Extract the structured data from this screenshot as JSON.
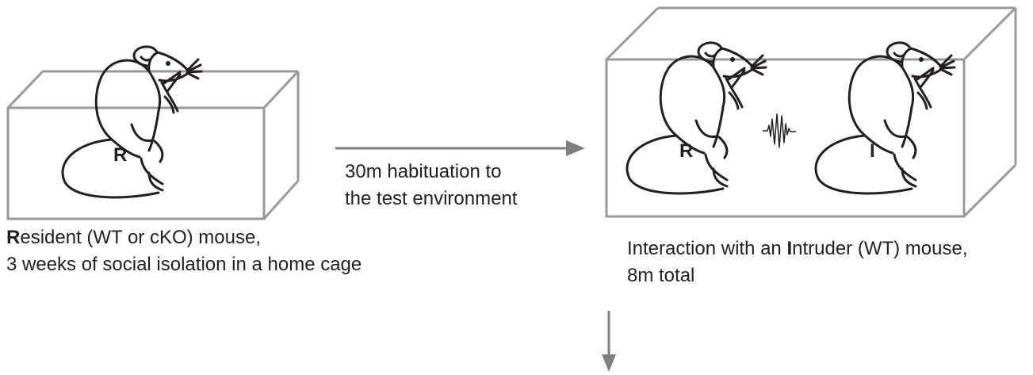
{
  "left_panel": {
    "mouse_label": "R",
    "caption_line1_bold": "R",
    "caption_line1_rest": "esident (WT or cKO) mouse,",
    "caption_line2": "3 weeks of social isolation in a home cage"
  },
  "middle_step": {
    "line1": "30m habituation to",
    "line2": "the test environment"
  },
  "right_panel": {
    "resident_label": "R",
    "intruder_label": "I",
    "caption_line1_pre": "Interaction with an ",
    "caption_line1_bold": "I",
    "caption_line1_post": "ntruder (WT) mouse,",
    "caption_line2": "8m total"
  },
  "colors": {
    "box_stroke": "#999999",
    "arrow": "#7f7f7f",
    "mouse_line": "#231f20",
    "text": "#231f20"
  }
}
